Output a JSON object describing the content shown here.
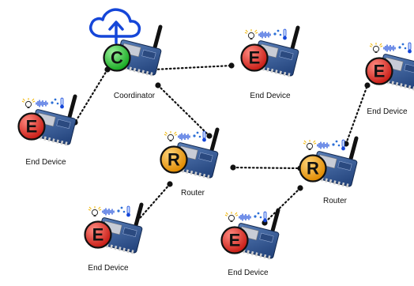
{
  "nodes": [
    {
      "id": "coordinator",
      "letter": "C",
      "label": "Coordinator",
      "color": "#2ecc40",
      "has_sensors": false
    },
    {
      "id": "router-1",
      "letter": "R",
      "label": "Router",
      "color": "#f5a623",
      "has_sensors": true
    },
    {
      "id": "router-2",
      "letter": "R",
      "label": "Router",
      "color": "#f5a623",
      "has_sensors": true
    },
    {
      "id": "end-device-1",
      "letter": "E",
      "label": "End Device",
      "color": "#e8302a",
      "has_sensors": true
    },
    {
      "id": "end-device-2",
      "letter": "E",
      "label": "End Device",
      "color": "#e8302a",
      "has_sensors": true
    },
    {
      "id": "end-device-3",
      "letter": "E",
      "label": "End Device",
      "color": "#e8302a",
      "has_sensors": true
    },
    {
      "id": "end-device-4",
      "letter": "E",
      "label": "End Device",
      "color": "#e8302a",
      "has_sensors": true
    },
    {
      "id": "end-device-5",
      "letter": "E",
      "label": "End Device",
      "color": "#e8302a",
      "has_sensors": true
    }
  ],
  "links": [
    [
      "coordinator",
      "end-device-1"
    ],
    [
      "coordinator",
      "end-device-2"
    ],
    [
      "coordinator",
      "router-1"
    ],
    [
      "router-1",
      "end-device-4"
    ],
    [
      "router-1",
      "router-2"
    ],
    [
      "router-2",
      "end-device-3"
    ],
    [
      "router-2",
      "end-device-5"
    ]
  ],
  "cloud": {
    "icon": "cloud-upload-icon",
    "color": "#1546d8"
  },
  "sensor_icons": [
    "bulb-icon",
    "sound-wave-icon",
    "humidity-icon",
    "thermometer-icon"
  ]
}
